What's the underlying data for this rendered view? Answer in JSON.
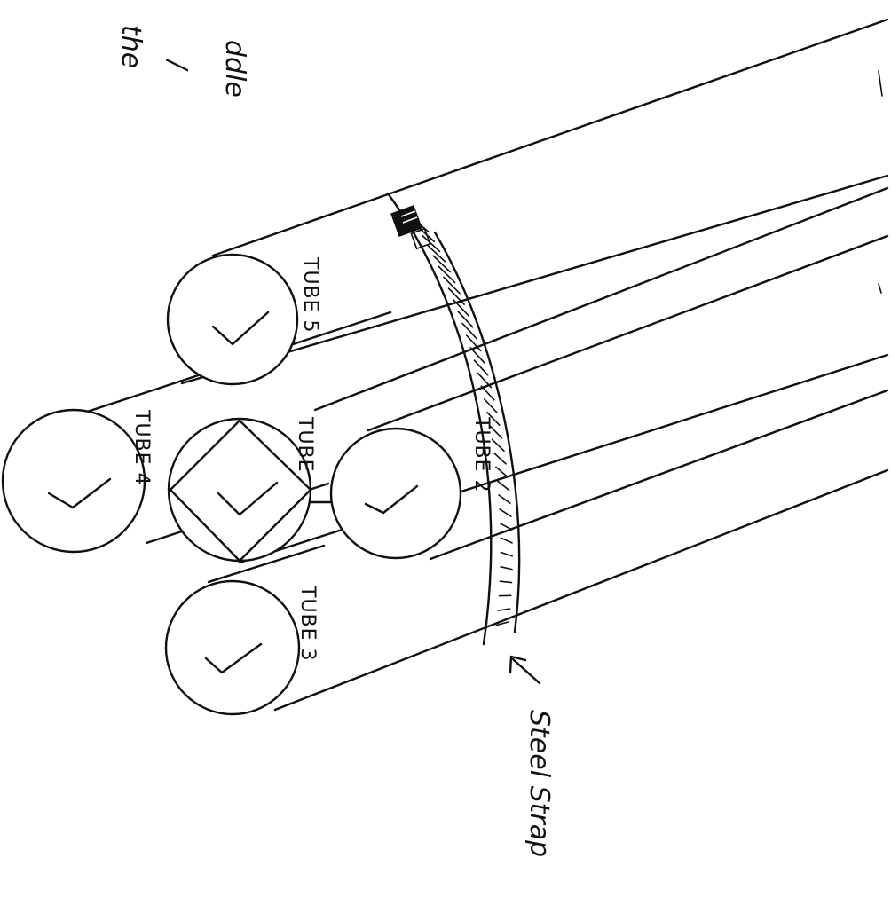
{
  "labels": {
    "tube5": "TUBE 5",
    "tube4": "TUBE 4",
    "tube_center": "TUBE",
    "tube2": "TUBE 2",
    "tube3": "TUBE 3",
    "strap": "Steel Strap"
  },
  "corner_text": {
    "line1": "ddle",
    "line2": "/",
    "line3": "the"
  },
  "colors": {
    "ink": "#111111",
    "paper": "#ffffff"
  }
}
